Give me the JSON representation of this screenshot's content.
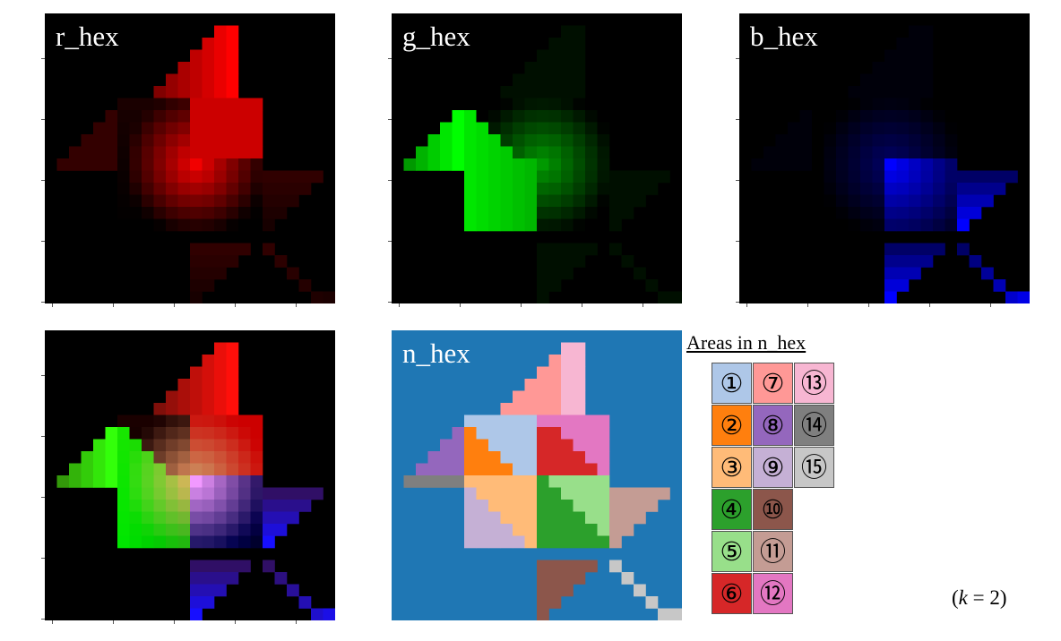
{
  "panels": [
    {
      "id": "r",
      "label": "r_hex"
    },
    {
      "id": "g",
      "label": "g_hex"
    },
    {
      "id": "b",
      "label": "b_hex"
    },
    {
      "id": "rgb",
      "label": ""
    },
    {
      "id": "n",
      "label": "n_hex"
    }
  ],
  "colors": {
    "background_black": "#000000",
    "n_background": "#1f77b4",
    "red": "#ff0000",
    "green": "#00ff00",
    "blue": "#0000ff"
  },
  "legend": {
    "title": "Areas  in n_hex",
    "areas": [
      {
        "symbol": "①",
        "color": "#aec7e8"
      },
      {
        "symbol": "②",
        "color": "#ff7f0e"
      },
      {
        "symbol": "③",
        "color": "#ffbb78"
      },
      {
        "symbol": "④",
        "color": "#2ca02c"
      },
      {
        "symbol": "⑤",
        "color": "#98df8a"
      },
      {
        "symbol": "⑥",
        "color": "#d62728"
      },
      {
        "symbol": "⑦",
        "color": "#ff9896"
      },
      {
        "symbol": "⑧",
        "color": "#9467bd"
      },
      {
        "symbol": "⑨",
        "color": "#c5b0d5"
      },
      {
        "symbol": "⑩",
        "color": "#8c564b"
      },
      {
        "symbol": "⑪",
        "color": "#c49c94"
      },
      {
        "symbol": "⑫",
        "color": "#e377c2"
      },
      {
        "symbol": "⑬",
        "color": "#f7b6d2"
      },
      {
        "symbol": "⑭",
        "color": "#7f7f7f"
      },
      {
        "symbol": "⑮",
        "color": "#c7c7c7"
      }
    ]
  },
  "note": {
    "italic": "k",
    "rest": " = 2)",
    "prefix": "("
  }
}
